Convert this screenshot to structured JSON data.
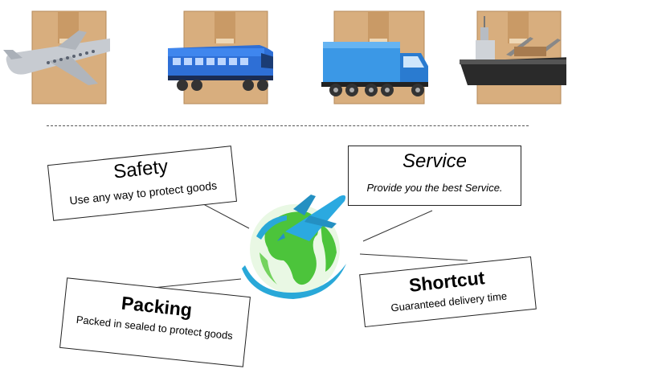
{
  "transport": [
    {
      "mode": "air",
      "icon": "airplane-icon"
    },
    {
      "mode": "rail",
      "icon": "train-icon"
    },
    {
      "mode": "road",
      "icon": "truck-icon"
    },
    {
      "mode": "sea",
      "icon": "ship-icon"
    }
  ],
  "features": {
    "safety": {
      "title": "Safety",
      "text": "Use any way to  protect goods"
    },
    "service": {
      "title": "Service",
      "text": "Provide you the best Service."
    },
    "shortcut": {
      "title": "Shortcut",
      "text": "Guaranteed delivery time"
    },
    "packing": {
      "title": "Packing",
      "text": "Packed in sealed to protect goods"
    }
  },
  "center": {
    "icon": "globe-with-airplane-icon"
  },
  "colors": {
    "box": "#d8ae7e",
    "train": "#2e6fd6",
    "truck": "#3b98e6",
    "ship": "#2a2a2a",
    "globe": "#4cc43b",
    "ring": "#29a8d8"
  }
}
